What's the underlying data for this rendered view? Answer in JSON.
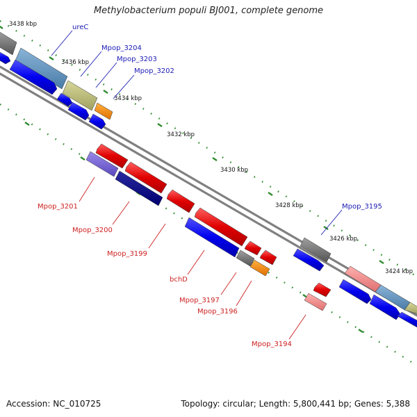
{
  "title": "Methylobacterium populi BJ001, complete genome",
  "footer": {
    "accession": "Accession: NC_010725",
    "summary": "Topology: circular; Length: 5,800,441 bp; Genes: 5,388"
  },
  "ruler_labels": [
    "3438 kbp",
    "3436 kbp",
    "3434 kbp",
    "3432 kbp",
    "3430 kbp",
    "3428 kbp",
    "3426 kbp",
    "3424 kbp"
  ],
  "gene_labels_forward": [
    "ureC",
    "Mpop_3204",
    "Mpop_3203",
    "Mpop_3202",
    "Mpop_3195"
  ],
  "gene_labels_reverse": [
    "Mpop_3201",
    "Mpop_3200",
    "Mpop_3199",
    "bchD",
    "Mpop_3197",
    "Mpop_3196",
    "Mpop_3194"
  ],
  "colors": {
    "backbone": "#808080",
    "forward_label": "#1a1ab4",
    "reverse_label": "#cc2020",
    "tick": "#2e8b2e",
    "gene_red": "#e00000",
    "gene_blue": "#0000ee",
    "gene_navy": "#000080",
    "gene_gray": "#666666",
    "gene_steel": "#5b8db8",
    "gene_olive": "#b5b56e",
    "gene_orange": "#ff8c00",
    "gene_pink": "#f08080",
    "gene_violet": "#7060d0"
  }
}
